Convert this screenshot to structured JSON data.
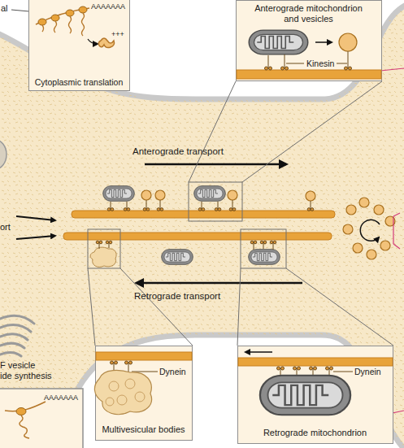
{
  "diagram": {
    "nodes": [
      {
        "text": [
          "Cytoplasmic translation"
        ]
      },
      {
        "text": [
          "Anterograde mitochondrion and vesicles"
        ]
      },
      {
        "text": [
          "Multivesicular bodies"
        ]
      },
      {
        "text": [
          "Retrograde mitochondrion"
        ]
      }
    ],
    "labels": [
      "al",
      "AAAAAAA",
      "+++",
      "Kinesin",
      "Anterograde transport",
      "ort",
      "Retrograde transport",
      "Dynein",
      "Dynein",
      "F vesicle",
      "ide synthesis",
      "AAAAAAA"
    ]
  }
}
